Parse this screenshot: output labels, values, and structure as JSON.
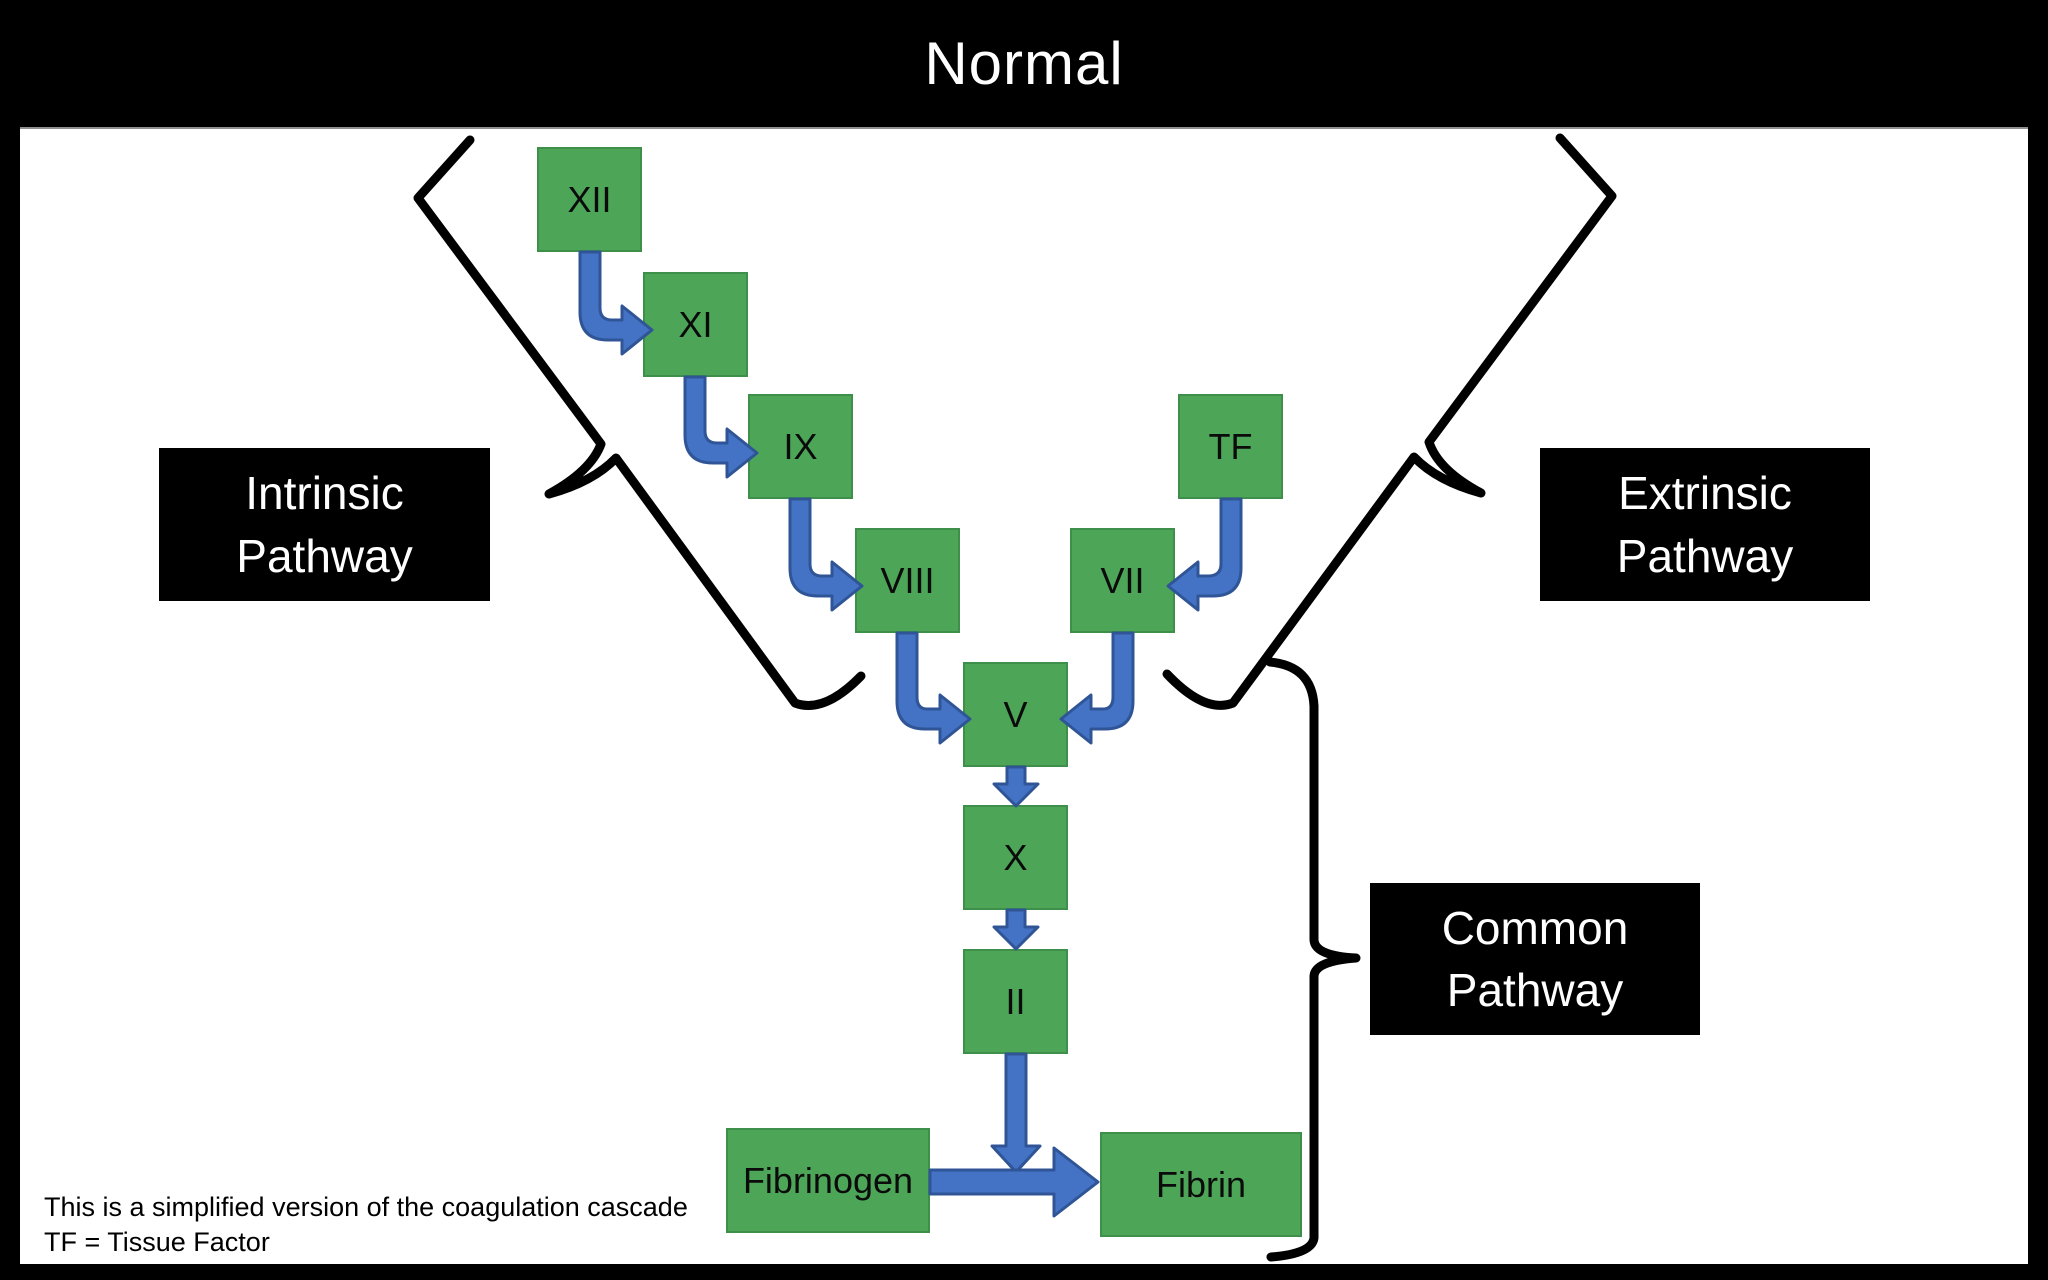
{
  "title": "Normal",
  "nodes": {
    "xii": "XII",
    "xi": "XI",
    "ix": "IX",
    "viii": "VIII",
    "tf": "TF",
    "vii": "VII",
    "v": "V",
    "x": "X",
    "ii": "II",
    "fibrinogen": "Fibrinogen",
    "fibrin": "Fibrin"
  },
  "pathways": {
    "intrinsic": {
      "line1": "Intrinsic",
      "line2": "Pathway",
      "members": [
        "XII",
        "XI",
        "IX",
        "VIII"
      ]
    },
    "extrinsic": {
      "line1": "Extrinsic",
      "line2": "Pathway",
      "members": [
        "TF",
        "VII"
      ]
    },
    "common": {
      "line1": "Common",
      "line2": "Pathway",
      "members": [
        "V",
        "X",
        "II",
        "Fibrinogen",
        "Fibrin"
      ]
    }
  },
  "edges": [
    {
      "from": "XII",
      "to": "XI"
    },
    {
      "from": "XI",
      "to": "IX"
    },
    {
      "from": "IX",
      "to": "VIII"
    },
    {
      "from": "VIII",
      "to": "V"
    },
    {
      "from": "TF",
      "to": "VII"
    },
    {
      "from": "VII",
      "to": "V"
    },
    {
      "from": "V",
      "to": "X"
    },
    {
      "from": "X",
      "to": "II"
    },
    {
      "from": "II",
      "to": "Fibrinogen→Fibrin conversion"
    },
    {
      "from": "Fibrinogen",
      "to": "Fibrin"
    }
  ],
  "footnote": {
    "line1": "This is a simplified version of the coagulation cascade",
    "line2": "TF = Tissue Factor"
  },
  "colors": {
    "node_green": "#4DA657",
    "node_border": "#3E8F4A",
    "arrow_blue": "#4472C4",
    "arrow_border": "#2F5597",
    "label_bg": "#000000",
    "label_text": "#FFFFFF",
    "background": "#FFFFFF",
    "frame": "#000000"
  }
}
